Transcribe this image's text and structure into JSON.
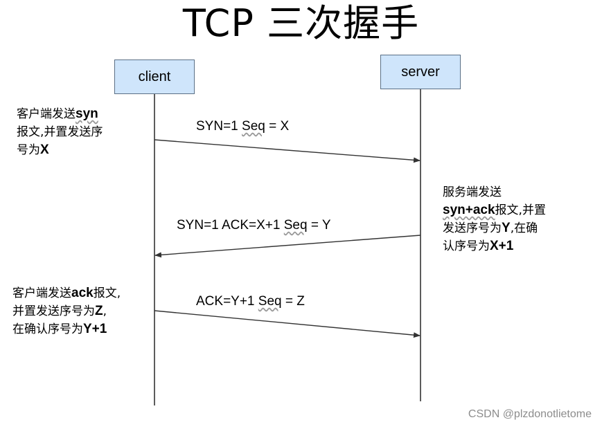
{
  "title": "TCP 三次握手",
  "actors": {
    "client": "client",
    "server": "server"
  },
  "messages": [
    {
      "from": "client",
      "to": "server",
      "label_pre": "SYN=1  ",
      "label_seq": "Seq",
      "label_post": " = X"
    },
    {
      "from": "server",
      "to": "client",
      "label_pre": "SYN=1  ACK=X+1 ",
      "label_seq": "Seq",
      "label_post": " = Y"
    },
    {
      "from": "client",
      "to": "server",
      "label_pre": "ACK=Y+1 ",
      "label_seq": "Seq",
      "label_post": " = Z"
    }
  ],
  "notes": {
    "step1": [
      "客户端发送",
      "syn",
      "报文,并置发送序",
      "号为",
      "X"
    ],
    "step2": [
      "服务端发送",
      "syn+ack",
      "报文,并置",
      "发送序号为",
      "Y",
      ",在确",
      "认序号为",
      "X+1"
    ],
    "step3": [
      "客户端发送",
      "ack",
      "报文,",
      "并置发送序号为",
      "Z",
      ",",
      "在确认序号为",
      "Y+1"
    ]
  },
  "watermark": "CSDN @plzdonotlietome",
  "colors": {
    "actor_fill": "#cfe5fb",
    "actor_border": "#5a6f85",
    "line": "#333333"
  }
}
